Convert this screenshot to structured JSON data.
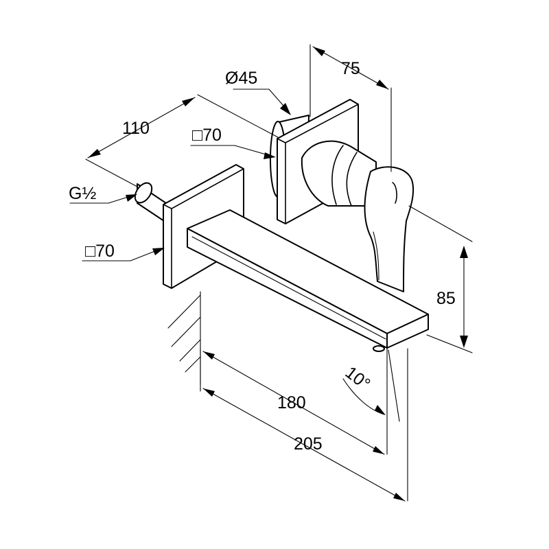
{
  "drawing": {
    "labels": {
      "dim_75": "75",
      "dim_d45": "Ø45",
      "dim_110": "110",
      "dim_sq70_top": "□70",
      "thread": "G½",
      "dim_sq70_left": "□70",
      "dim_85": "85",
      "angle_10": "10°",
      "dim_180": "180",
      "dim_205": "205"
    }
  }
}
